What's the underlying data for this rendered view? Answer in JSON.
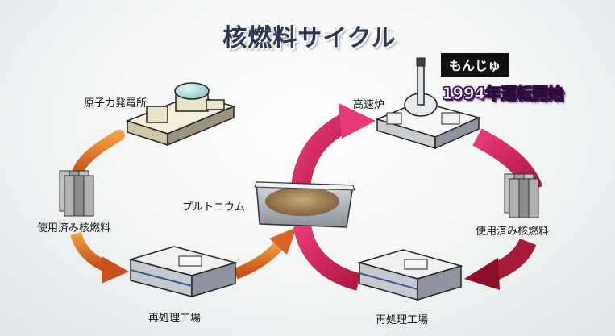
{
  "title": "核燃料サイクル",
  "left_cycle": {
    "power_plant": "原子力発電所",
    "spent_fuel": "使用済み核燃料",
    "reprocessing": "再処理工場",
    "arrow_color": "#e0701c"
  },
  "center": {
    "plutonium": "プルトニウム"
  },
  "right_cycle": {
    "fast_reactor": "高速炉",
    "spent_fuel": "使用済み核燃料",
    "reprocessing": "再処理工場",
    "arrow_color": "#d8245f"
  },
  "monju": {
    "name": "もんじゅ",
    "start": "1994年運転開始"
  }
}
